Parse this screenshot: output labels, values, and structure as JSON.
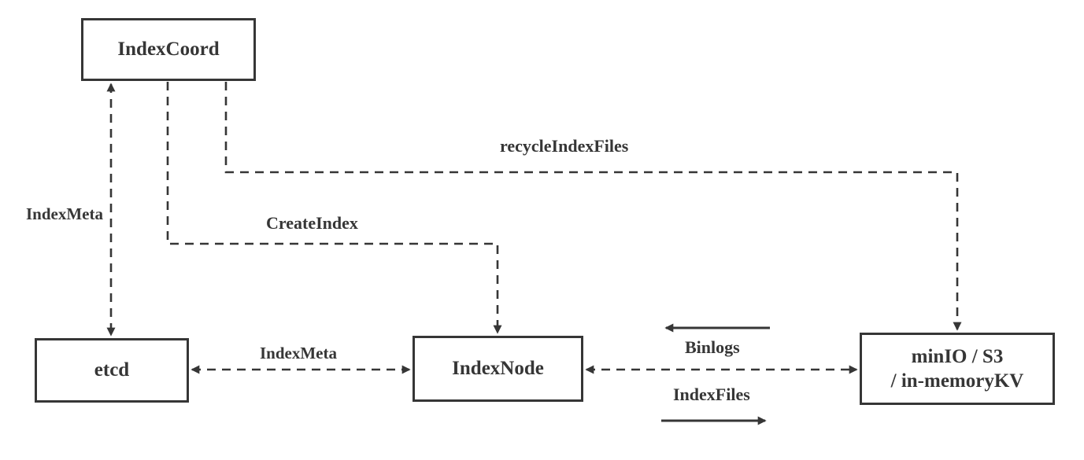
{
  "colors": {
    "line": "#363636",
    "text": "#363636",
    "background": "#ffffff"
  },
  "diagram": {
    "nodes": {
      "indexcoord": {
        "label": "IndexCoord"
      },
      "etcd": {
        "label": "etcd"
      },
      "indexnode": {
        "label": "IndexNode"
      },
      "storage": {
        "label_line1": "minIO / S3",
        "label_line2": "/ in-memoryKV"
      }
    },
    "edges": {
      "indexmeta_vertical": {
        "label": "IndexMeta",
        "from": "IndexCoord",
        "to": "etcd",
        "style": "dashed-double-arrow"
      },
      "createindex": {
        "label": "CreateIndex",
        "from": "IndexCoord",
        "to": "IndexNode",
        "style": "dashed-arrow"
      },
      "recycleindexfiles": {
        "label": "recycleIndexFiles",
        "from": "IndexCoord",
        "to": "storage",
        "style": "dashed-arrow"
      },
      "indexmeta_horizontal": {
        "label": "IndexMeta",
        "from": "etcd",
        "to": "IndexNode",
        "style": "dashed-double-arrow"
      },
      "indexnode_storage": {
        "from": "IndexNode",
        "to": "storage",
        "style": "dashed-double-arrow"
      },
      "binlogs": {
        "label": "Binlogs",
        "direction": "left",
        "style": "solid-arrow"
      },
      "indexfiles": {
        "label": "IndexFiles",
        "direction": "right",
        "style": "solid-arrow"
      }
    }
  }
}
